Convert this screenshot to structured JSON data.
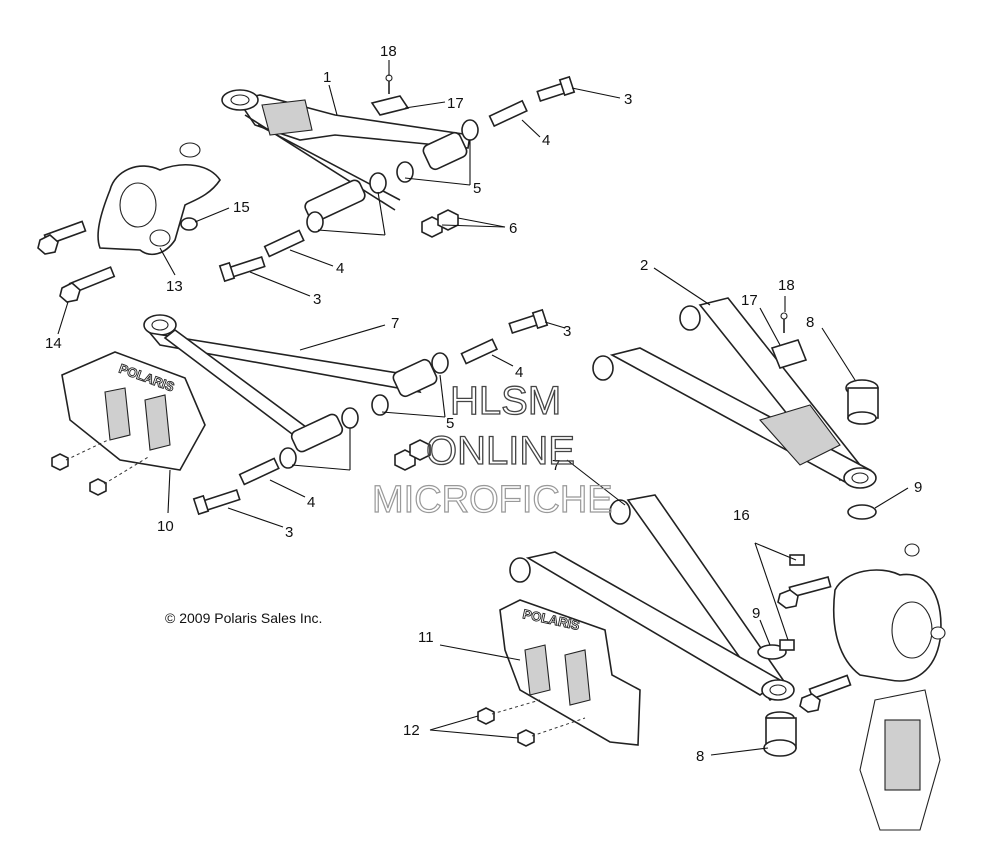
{
  "callouts": {
    "c1": "1",
    "c2": "2",
    "c3a": "3",
    "c3b": "3",
    "c3c": "3",
    "c3d": "3",
    "c4a": "4",
    "c4b": "4",
    "c4c": "4",
    "c4d": "4",
    "c5a": "5",
    "c5b": "5",
    "c6": "6",
    "c7a": "7",
    "c7b": "7",
    "c8a": "8",
    "c8b": "8",
    "c9a": "9",
    "c9b": "9",
    "c10": "10",
    "c11": "11",
    "c12": "12",
    "c13": "13",
    "c14": "14",
    "c15": "15",
    "c16": "16",
    "c17a": "17",
    "c17b": "17",
    "c18a": "18",
    "c18b": "18"
  },
  "copyright": "© 2009 Polaris Sales Inc.",
  "watermark": {
    "line1": "HLSM",
    "line2": "ONLINE",
    "line3": "MICROFICHE"
  },
  "brand_text": {
    "guard_left": "POLARIS",
    "guard_right": "POLARIS"
  }
}
